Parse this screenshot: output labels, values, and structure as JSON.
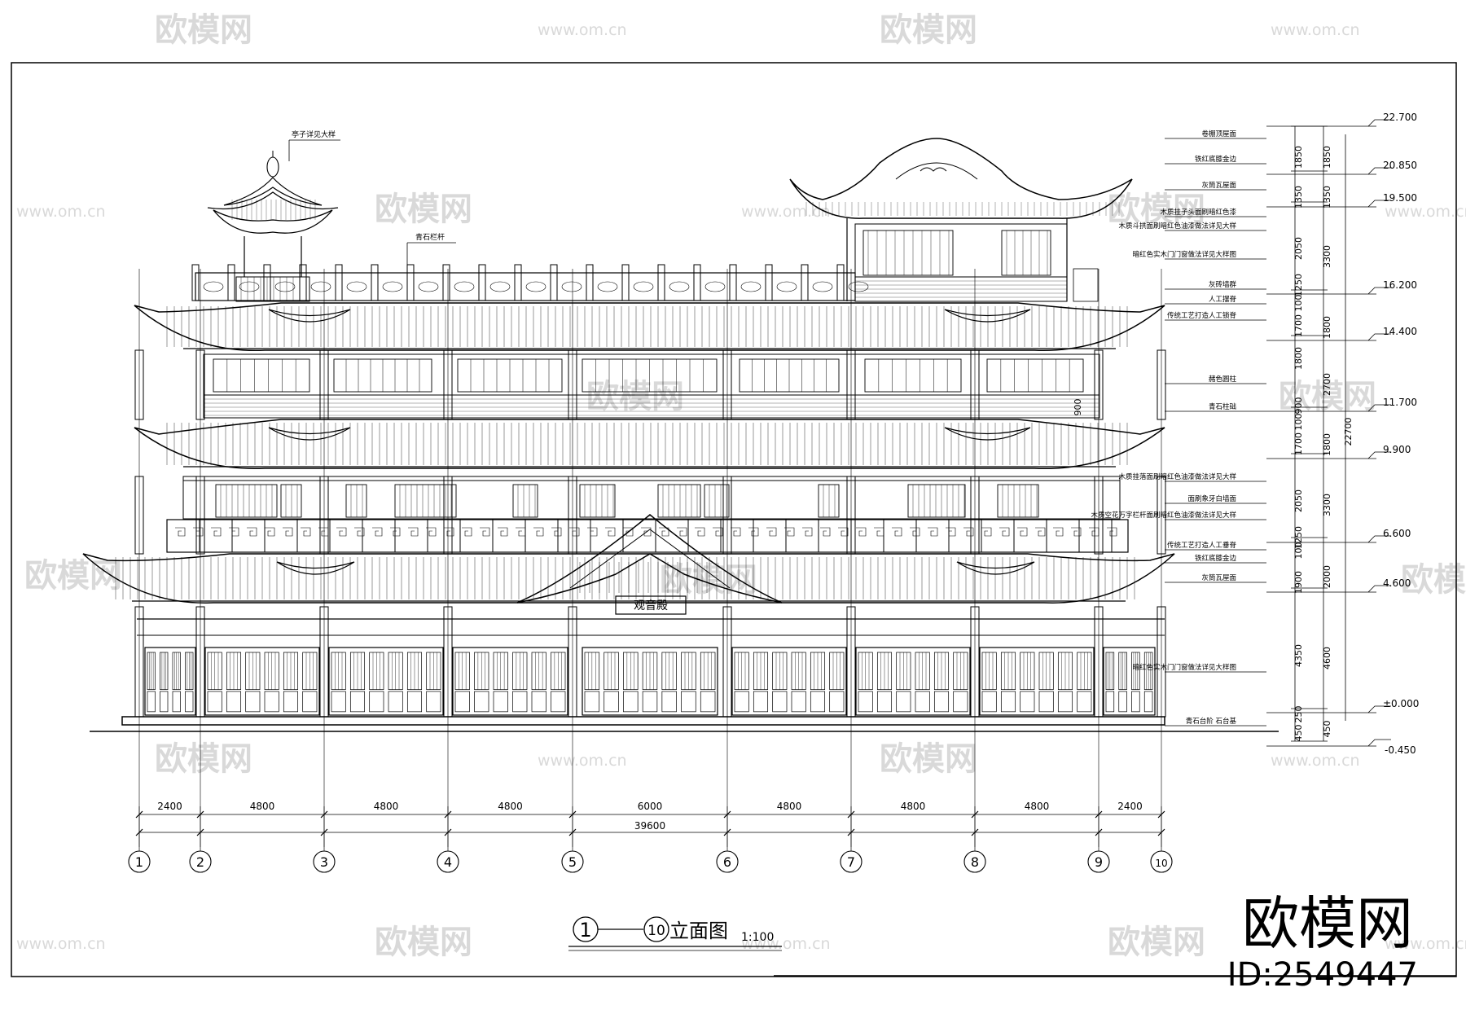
{
  "title": {
    "from_axis": "1",
    "to_axis": "10",
    "text": "立面图",
    "scale": "1:100"
  },
  "watermarks": {
    "logo": "欧模网",
    "url": "www.om.cn"
  },
  "brand": {
    "logo": "欧模网",
    "id_label": "ID:2549447"
  },
  "signboard": "观音殿",
  "labels_left": {
    "pavilion": "亭子详见大样",
    "railing": "青石栏杆"
  },
  "callouts": [
    "卷棚顶屋面",
    "铁红底膝金边",
    "灰筒瓦屋面",
    "木质挂子头面刷暗红色漆",
    "木质斗拱面刷暗红色油漆做法详见大样",
    "暗红色实木门门窗做法详见大样图",
    "灰砖墙群",
    "人工摆脊",
    "传统工艺打造人工锁脊",
    "赭色圆柱",
    "青石柱础",
    "木质挂落面刷暗红色油漆做法详见大样",
    "面刷象牙白墙面",
    "木质空花万字栏杆面刷暗红色油漆做法详见大样",
    "传统工艺打造人工垂脊",
    "铁红底膝金边",
    "灰筒瓦屋面",
    "暗红色实木门门窗做法详见大样图",
    "青石台阶  石台基"
  ],
  "elevations": [
    "22.700",
    "20.850",
    "19.500",
    "16.200",
    "14.400",
    "11.700",
    "9.900",
    "6.600",
    "4.600",
    "±0.000",
    "-0.450"
  ],
  "dims_inner": [
    "1850",
    "1350",
    "2050",
    "1250",
    "100",
    "1700",
    "1800",
    "900",
    "100",
    "1700",
    "2050",
    "1250",
    "100",
    "1900",
    "4350",
    "250",
    "450"
  ],
  "dims_mid": [
    "1850",
    "1350",
    "3300",
    "1800",
    "2700",
    "1800",
    "3300",
    "2000",
    "4600",
    "450"
  ],
  "dims_total_vertical": "22700",
  "floor_note": "900",
  "axes": {
    "spans": [
      "2400",
      "4800",
      "4800",
      "4800",
      "6000",
      "4800",
      "4800",
      "4800",
      "2400"
    ],
    "total": "39600",
    "labels": [
      "1",
      "2",
      "3",
      "4",
      "5",
      "6",
      "7",
      "8",
      "9",
      "10"
    ]
  }
}
